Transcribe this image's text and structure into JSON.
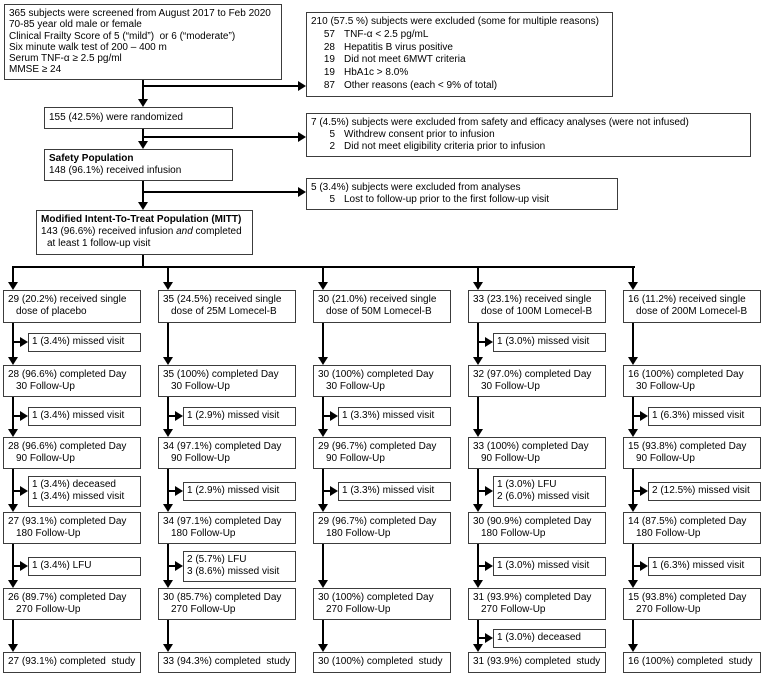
{
  "style": {
    "background": "#ffffff",
    "box_border_color": "#3c3c3c",
    "connector_color": "#000000",
    "text_color": "#000000"
  },
  "flow": {
    "screening": {
      "lines": [
        "365 subjects were screened from August 2017 to Feb 2020",
        "70-85 year old male or female",
        "Clinical Frailty Score of 5 (“mild”)  or 6 (“moderate”)",
        "Six minute walk test of 200 – 400 m",
        "Serum TNF-α ≥ 2.5 pg/ml",
        "MMSE ≥ 24"
      ]
    },
    "excluded_at_screening": {
      "header": "210 (57.5 %) subjects were excluded (some for multiple reasons)",
      "items": [
        {
          "n": "57",
          "reason": "TNF-α < 2.5 pg/mL"
        },
        {
          "n": "28",
          "reason": "Hepatitis B virus positive"
        },
        {
          "n": "19",
          "reason": "Did not meet 6MWT criteria"
        },
        {
          "n": "19",
          "reason": "HbA1c > 8.0%"
        },
        {
          "n": "87",
          "reason": "Other reasons (each < 9% of total)"
        }
      ]
    },
    "randomized": {
      "text": "155 (42.5%) were randomized"
    },
    "excluded_not_infused": {
      "header": "7 (4.5%) subjects were excluded from safety and efficacy analyses (were not infused)",
      "items": [
        {
          "n": "5",
          "reason": "Withdrew consent prior to infusion"
        },
        {
          "n": "2",
          "reason": "Did not meet eligibility criteria prior to infusion"
        }
      ]
    },
    "safety_population": {
      "title": "Safety Population",
      "text": "148 (96.1%) received infusion"
    },
    "excluded_no_followup": {
      "header": "5 (3.4%) subjects were excluded from analyses",
      "items": [
        {
          "n": "5",
          "reason": "Lost to follow-up prior to the first follow-up visit"
        }
      ]
    },
    "mitt": {
      "title": "Modified Intent-To-Treat Population (MITT)",
      "line2_pre": "143 (96.6%) received infusion ",
      "line2_italic": "and",
      "line2_post": " completed",
      "line3": "at least 1 follow-up visit"
    }
  },
  "arms": [
    {
      "name": "placebo",
      "allocation": [
        "29 (20.2%) received single",
        "dose of placebo"
      ],
      "gapA": [
        "1 (3.4%) missed visit"
      ],
      "day30": [
        "28 (96.6%) completed Day",
        "30 Follow-Up"
      ],
      "gapB": [
        "1 (3.4%) missed visit"
      ],
      "day90": [
        "28 (96.6%) completed Day",
        "90 Follow-Up"
      ],
      "gapC": [
        "1 (3.4%) deceased",
        "1 (3.4%) missed visit"
      ],
      "day180": [
        "27 (93.1%) completed Day",
        "180 Follow-Up"
      ],
      "gapD": [
        "1 (3.4%) LFU"
      ],
      "day270": [
        "26 (89.7%) completed Day",
        "270 Follow-Up"
      ],
      "gapE": null,
      "final": "27 (93.1%) completed  study"
    },
    {
      "name": "25m-lomecel-b",
      "allocation": [
        "35 (24.5%) received single",
        "dose of 25M Lomecel-B"
      ],
      "gapA": null,
      "day30": [
        "35 (100%) completed Day",
        "30 Follow-Up"
      ],
      "gapB": [
        "1 (2.9%) missed visit"
      ],
      "day90": [
        "34 (97.1%) completed Day",
        "90 Follow-Up"
      ],
      "gapC": [
        "1 (2.9%) missed visit"
      ],
      "day180": [
        "34 (97.1%) completed Day",
        "180 Follow-Up"
      ],
      "gapD": [
        "2 (5.7%) LFU",
        "3 (8.6%) missed visit"
      ],
      "day270": [
        "30 (85.7%) completed Day",
        "270 Follow-Up"
      ],
      "gapE": null,
      "final": "33 (94.3%) completed  study"
    },
    {
      "name": "50m-lomecel-b",
      "allocation": [
        "30 (21.0%) received single",
        "dose of 50M Lomecel-B"
      ],
      "gapA": null,
      "day30": [
        "30 (100%) completed Day",
        "30 Follow-Up"
      ],
      "gapB": [
        "1 (3.3%) missed visit"
      ],
      "day90": [
        "29 (96.7%) completed Day",
        "90 Follow-Up"
      ],
      "gapC": [
        "1 (3.3%) missed visit"
      ],
      "day180": [
        "29 (96.7%) completed Day",
        "180 Follow-Up"
      ],
      "gapD": null,
      "day270": [
        "30 (100%) completed Day",
        "270 Follow-Up"
      ],
      "gapE": null,
      "final": "30 (100%) completed  study"
    },
    {
      "name": "100m-lomecel-b",
      "allocation": [
        "33 (23.1%) received single",
        "dose of 100M Lomecel-B"
      ],
      "gapA": [
        "1 (3.0%) missed visit"
      ],
      "day30": [
        "32 (97.0%) completed Day",
        "30 Follow-Up"
      ],
      "gapB": null,
      "day90": [
        "33 (100%) completed Day",
        "90 Follow-Up"
      ],
      "gapC": [
        "1 (3.0%) LFU",
        "2 (6.0%) missed visit"
      ],
      "day180": [
        "30 (90.9%) completed Day",
        "180 Follow-Up"
      ],
      "gapD": [
        "1 (3.0%) missed visit"
      ],
      "day270": [
        "31 (93.9%) completed Day",
        "270 Follow-Up"
      ],
      "gapE": [
        "1 (3.0%) deceased"
      ],
      "final": "31 (93.9%) completed  study"
    },
    {
      "name": "200m-lomecel-b",
      "allocation": [
        "16 (11.2%) received single",
        "dose of 200M Lomecel-B"
      ],
      "gapA": null,
      "day30": [
        "16 (100%) completed Day",
        "30 Follow-Up"
      ],
      "gapB": [
        "1 (6.3%) missed visit"
      ],
      "day90": [
        "15 (93.8%) completed Day",
        "90 Follow-Up"
      ],
      "gapC": [
        "2 (12.5%) missed visit"
      ],
      "day180": [
        "14 (87.5%) completed Day",
        "180 Follow-Up"
      ],
      "gapD": [
        "1 (6.3%) missed visit"
      ],
      "day270": [
        "15 (93.8%) completed Day",
        "270 Follow-Up"
      ],
      "gapE": null,
      "final": "16 (100%) completed  study"
    }
  ]
}
